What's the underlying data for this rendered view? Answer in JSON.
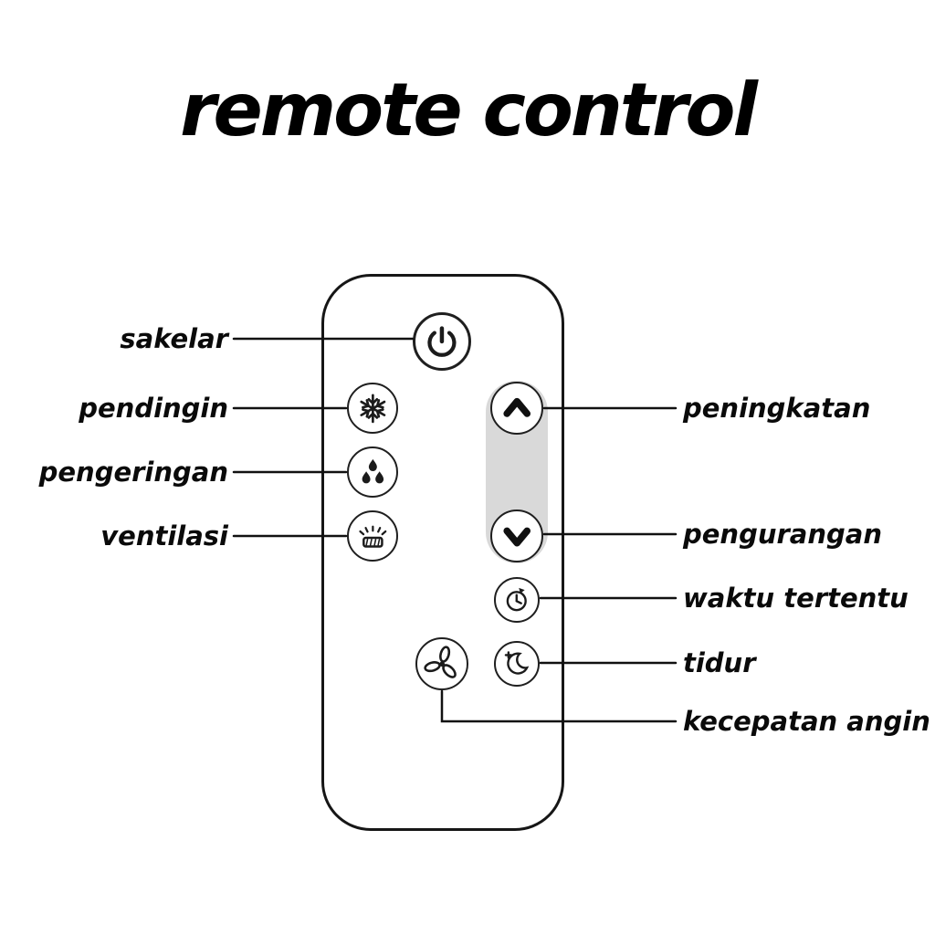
{
  "title": "remote control",
  "labels": {
    "sakelar": "sakelar",
    "pendingin": "pendingin",
    "pengeringan": "pengeringan",
    "ventilasi": "ventilasi",
    "peningkatan": "peningkatan",
    "pengurangan": "pengurangan",
    "waktu_tertentu": "waktu tertentu",
    "tidur": "tidur",
    "kecepatan_angin": "kecepatan angin"
  },
  "remote": {
    "buttons": [
      {
        "id": "power",
        "icon": "power-icon",
        "label": "sakelar"
      },
      {
        "id": "cool",
        "icon": "snowflake-icon",
        "label": "pendingin"
      },
      {
        "id": "dry",
        "icon": "water-drops-icon",
        "label": "pengeringan"
      },
      {
        "id": "vent",
        "icon": "ventilation-icon",
        "label": "ventilasi"
      },
      {
        "id": "up",
        "icon": "chevron-up-icon",
        "label": "peningkatan"
      },
      {
        "id": "down",
        "icon": "chevron-down-icon",
        "label": "pengurangan"
      },
      {
        "id": "timer",
        "icon": "timer-icon",
        "label": "waktu tertentu"
      },
      {
        "id": "sleep",
        "icon": "sleep-moon-icon",
        "label": "tidur"
      },
      {
        "id": "fan",
        "icon": "fan-icon",
        "label": "kecepatan angin"
      }
    ]
  },
  "colors": {
    "background": "#ffffff",
    "text": "#000000",
    "outline": "#161616",
    "icon_stroke": "#1b1b1b",
    "rocker_pill": "#d9d9d9",
    "leader_line": "#111111"
  }
}
